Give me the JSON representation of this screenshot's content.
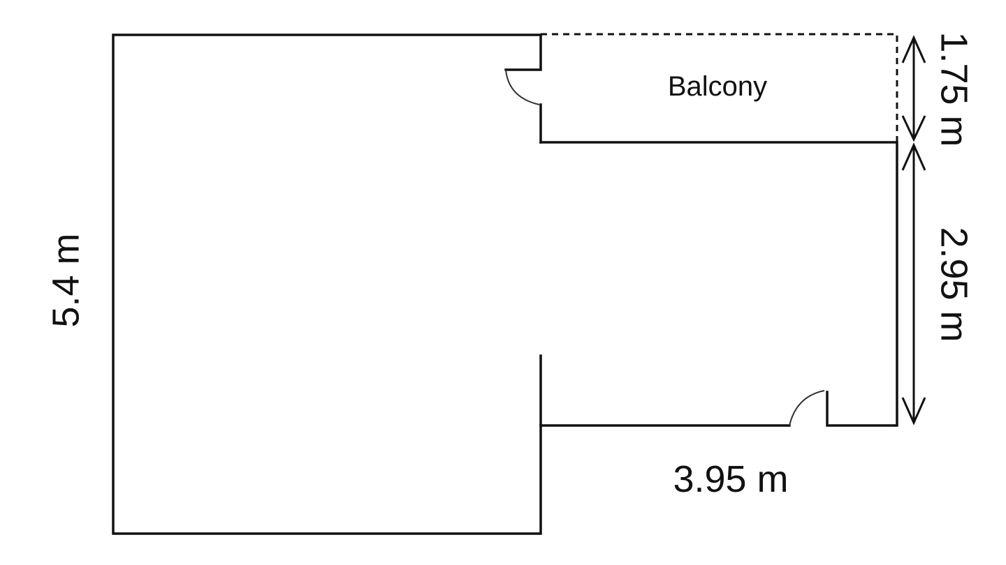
{
  "labels": {
    "balcony": "Balcony",
    "dim_left": "5.4 m",
    "dim_bottom": "3.95 m",
    "dim_right_upper": "1.75 m",
    "dim_right_lower": "2.95 m"
  },
  "colors": {
    "line": "#111111",
    "background": "#ffffff"
  }
}
